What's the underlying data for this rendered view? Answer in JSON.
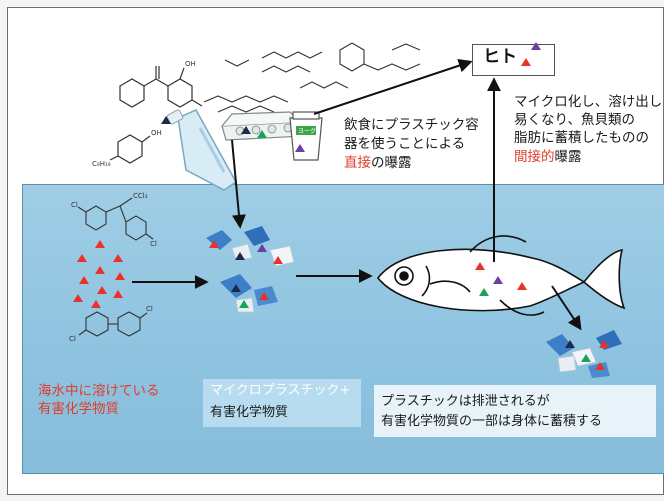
{
  "human": {
    "label": "ヒト"
  },
  "direct_exposure": {
    "line1": "飲食にプラスチック容",
    "line2": "器を使うことによる",
    "emph": "直接",
    "suffix": "の曝露"
  },
  "indirect_exposure": {
    "line1": "マイクロ化し、溶け出し",
    "line2": "易くなり、魚貝類の",
    "line3": "脂肪に蓄積したものの",
    "emph": "間接的",
    "suffix": "曝露"
  },
  "seawater_chemicals": {
    "line1": "海水中に溶けている",
    "line2": "有害化学物質"
  },
  "microplastic_box": {
    "line1": "マイクロプラスチック+",
    "line2": "有害化学物質"
  },
  "excretion_box": {
    "line1": "プラスチックは排泄されるが",
    "line2": "有害化学物質の一部は身体に蓄積する"
  },
  "cup_label": "ヨーグ",
  "chem_labels": {
    "alkyl": "C₉H₁₉",
    "cl": "Cl",
    "oh": "OH",
    "ccl3": "CCl₃"
  },
  "colors": {
    "sea": "#8ec3e0",
    "red_text": "#e23b2a",
    "triangle_red": "#e8322a",
    "triangle_green": "#19a25a",
    "triangle_purple": "#6a3fa0",
    "triangle_dark": "#1f2a44",
    "plastic_blue": "#3c7fc8"
  }
}
